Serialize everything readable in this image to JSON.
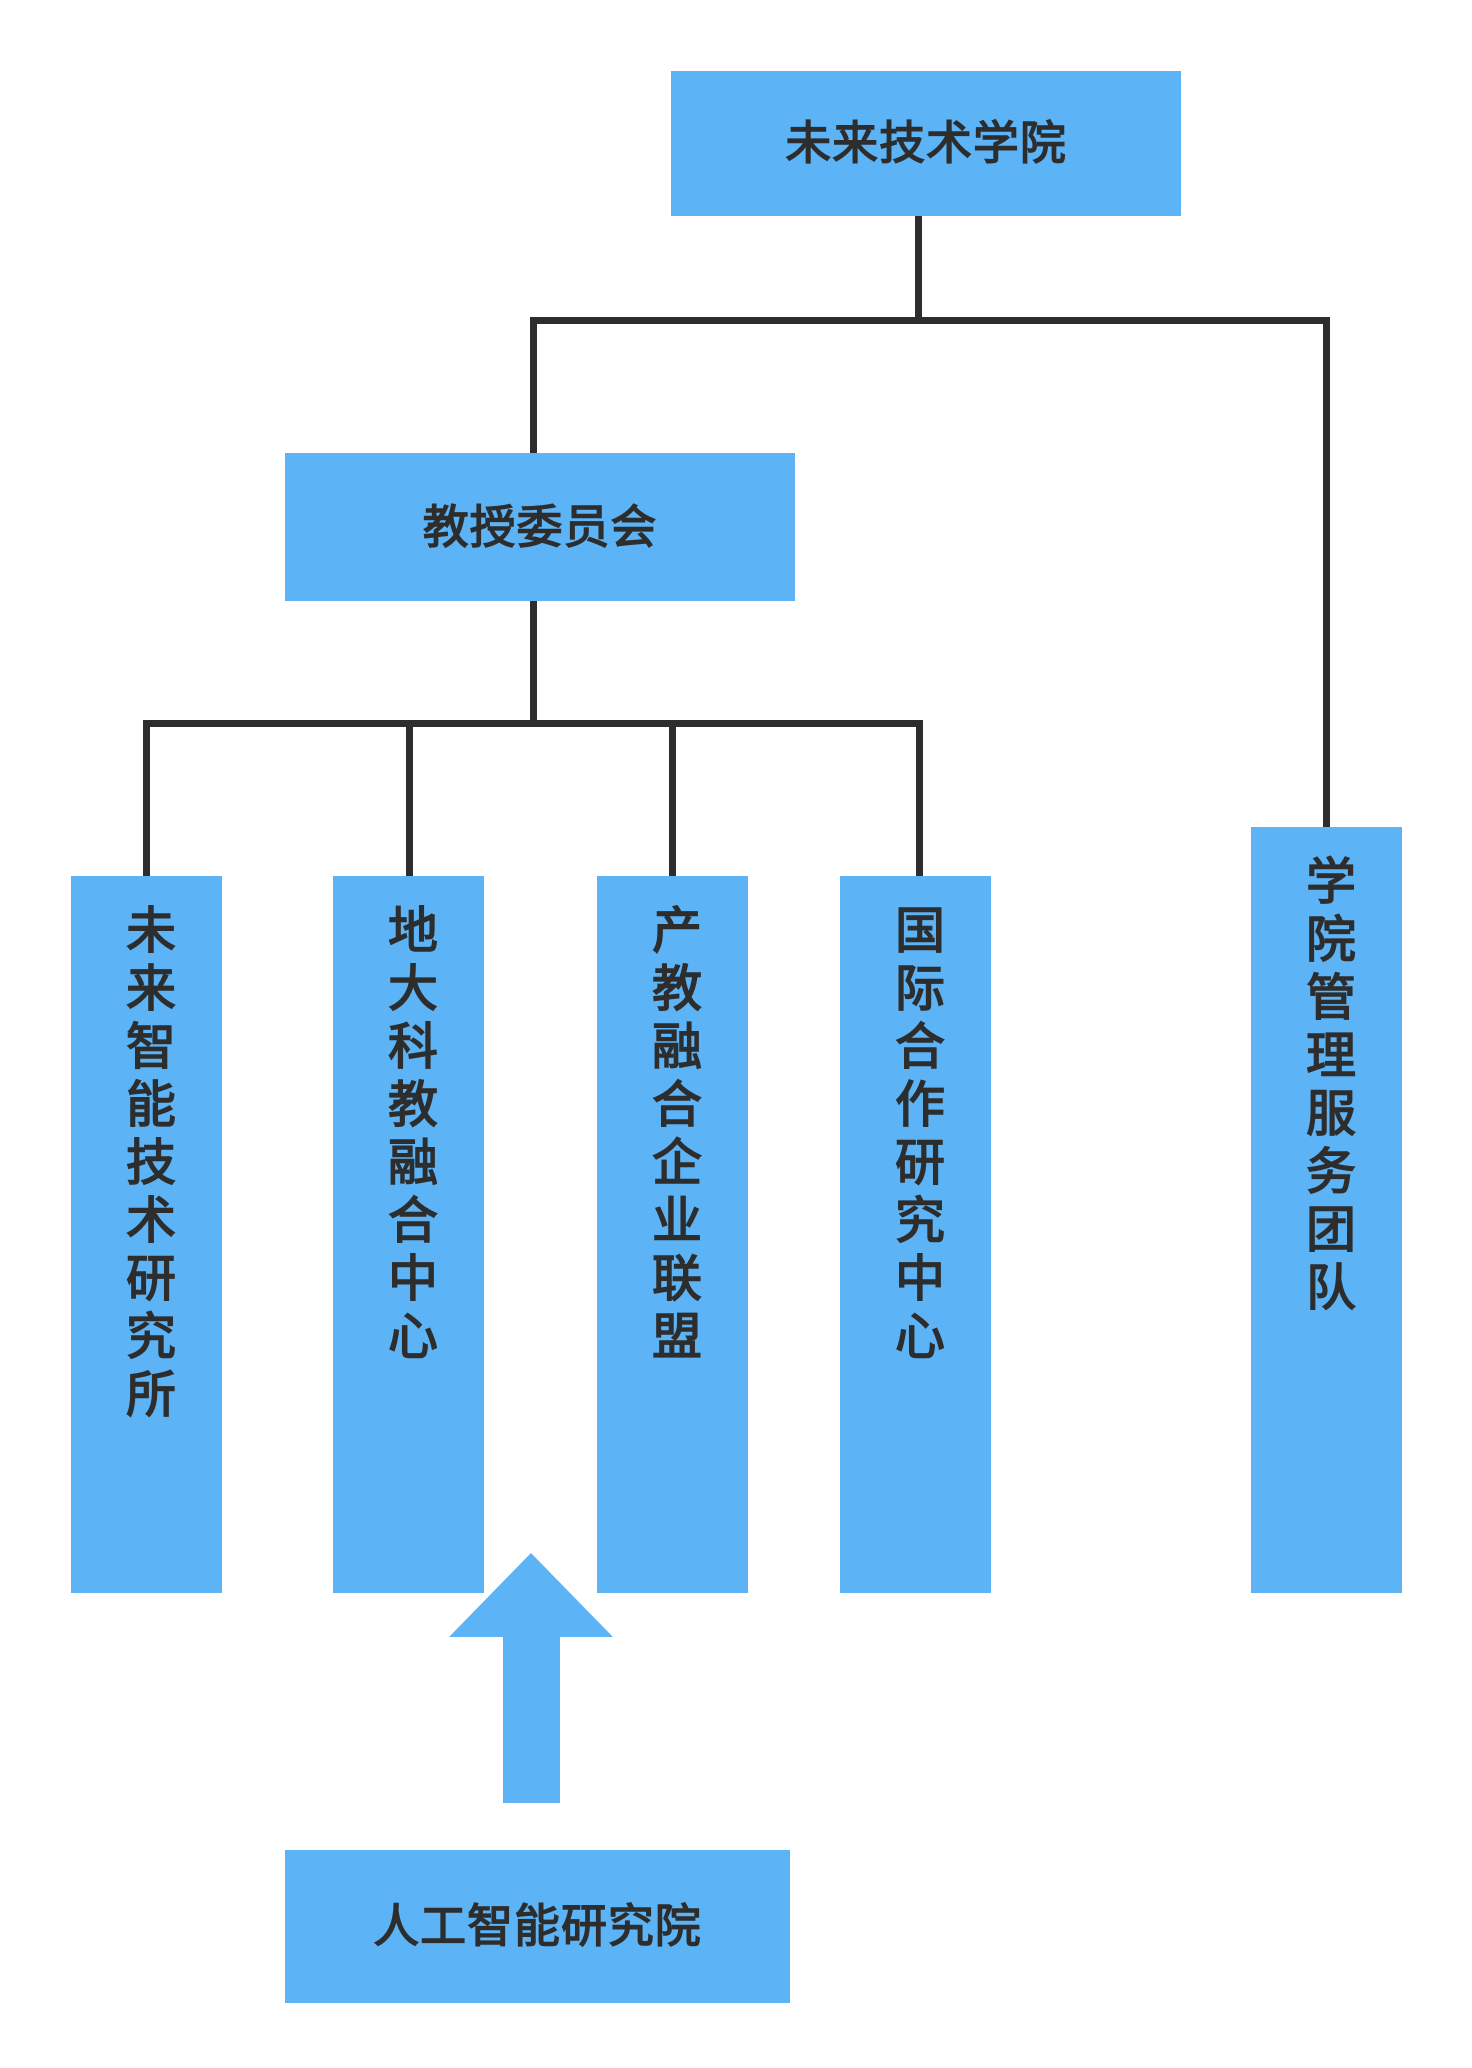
{
  "diagram": {
    "type": "org-chart",
    "title_node": "未来技术学院",
    "background_color": "#ffffff",
    "node_fill_color": "#5cb3f5",
    "connector_color": "#2d2d2d",
    "text_color": "#2d2d2d",
    "arrow_color": "#5cb3f5"
  },
  "nodes": {
    "root": {
      "label": "未来技术学院",
      "orientation": "horizontal"
    },
    "committee": {
      "label": "教授委员会",
      "orientation": "horizontal"
    },
    "leaf1": {
      "label": "未来智能技术研究所",
      "orientation": "vertical"
    },
    "leaf2": {
      "label": "地大科教融合中心",
      "orientation": "vertical"
    },
    "leaf3": {
      "label": "产教融合企业联盟",
      "orientation": "vertical"
    },
    "leaf4": {
      "label": "国际合作研究中心",
      "orientation": "vertical"
    },
    "leaf5": {
      "label": "学院管理服务团队",
      "orientation": "vertical"
    },
    "external": {
      "label": "人工智能研究院",
      "orientation": "horizontal"
    }
  },
  "edges": [
    {
      "from": "root",
      "to": "committee",
      "style": "elbow"
    },
    {
      "from": "root",
      "to": "leaf5",
      "style": "elbow"
    },
    {
      "from": "committee",
      "to": "leaf1",
      "style": "elbow"
    },
    {
      "from": "committee",
      "to": "leaf2",
      "style": "elbow"
    },
    {
      "from": "committee",
      "to": "leaf3",
      "style": "elbow"
    },
    {
      "from": "committee",
      "to": "leaf4",
      "style": "elbow"
    },
    {
      "from": "external",
      "to": "leaf-row",
      "style": "block-arrow-up"
    }
  ]
}
